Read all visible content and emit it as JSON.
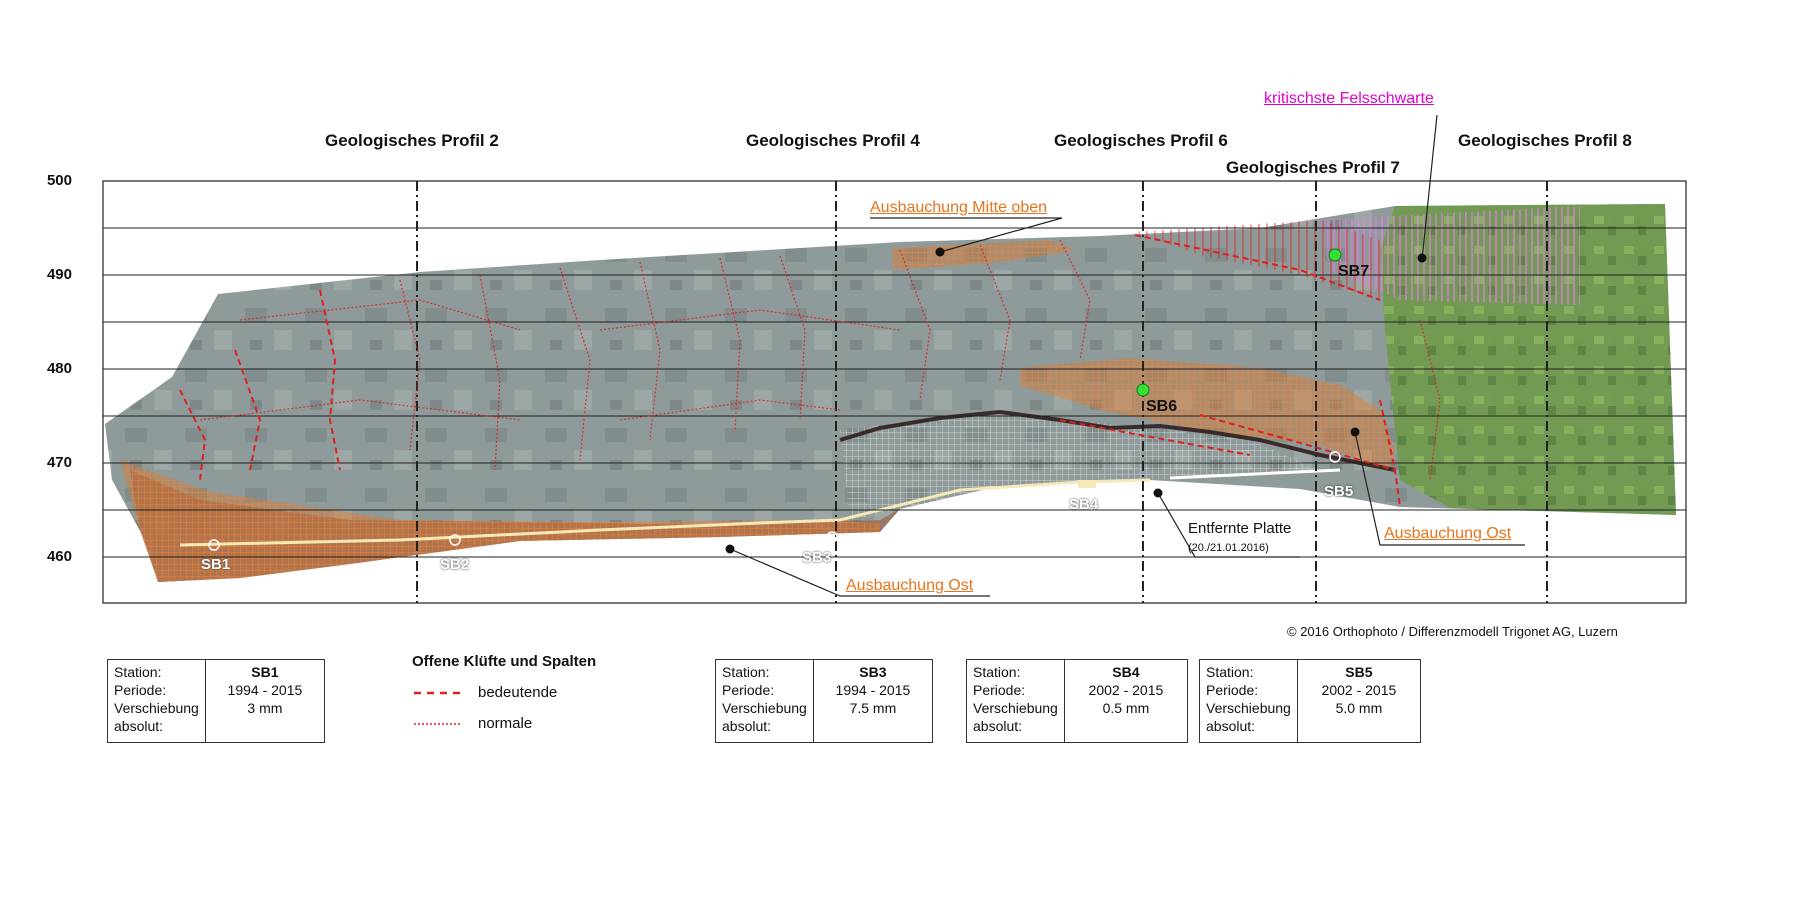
{
  "profiles": {
    "p2": "Geologisches Profil 2",
    "p4": "Geologisches Profil 4",
    "p6": "Geologisches Profil 6",
    "p7": "Geologisches Profil 7",
    "p8": "Geologisches Profil 8"
  },
  "critical_label": "kritischste Felsschwarte",
  "y_axis": {
    "ticks": [
      "500",
      "490",
      "480",
      "470",
      "460"
    ]
  },
  "annotations": {
    "bulge_middle_top": "Ausbauchung Mitte oben",
    "bulge_east_lower": "Ausbauchung Ost",
    "bulge_east_right": "Ausbauchung Ost",
    "removed_plate": "Entfernte Platte",
    "removed_plate_date": "(20./21.01.2016)"
  },
  "stations": {
    "sb1": "SB1",
    "sb2": "SB2",
    "sb3": "SB3",
    "sb4": "SB4",
    "sb5": "SB5",
    "sb6": "SB6",
    "sb7": "SB7"
  },
  "copyright": "© 2016 Orthophoto / Differenzmodell Trigonet AG, Luzern",
  "legend": {
    "title": "Offene Klüfte und Spalten",
    "major": "bedeutende",
    "normal": "normale"
  },
  "info_labels": {
    "station": "Station:",
    "period": "Periode:",
    "displacement_1": "Verschiebung",
    "displacement_2": "absolut:"
  },
  "info_boxes": [
    {
      "station": "SB1",
      "period": "1994 - 2015",
      "displacement": "3 mm"
    },
    {
      "station": "SB3",
      "period": "1994 - 2015",
      "displacement": "7.5 mm"
    },
    {
      "station": "SB4",
      "period": "2002 - 2015",
      "displacement": "0.5 mm"
    },
    {
      "station": "SB5",
      "period": "2002 - 2015",
      "displacement": "5.0 mm"
    }
  ],
  "colors": {
    "fracture": "#e0201c",
    "bulge": "#e8731a",
    "critical": "#e000d0",
    "station_marker": "#33e033"
  }
}
